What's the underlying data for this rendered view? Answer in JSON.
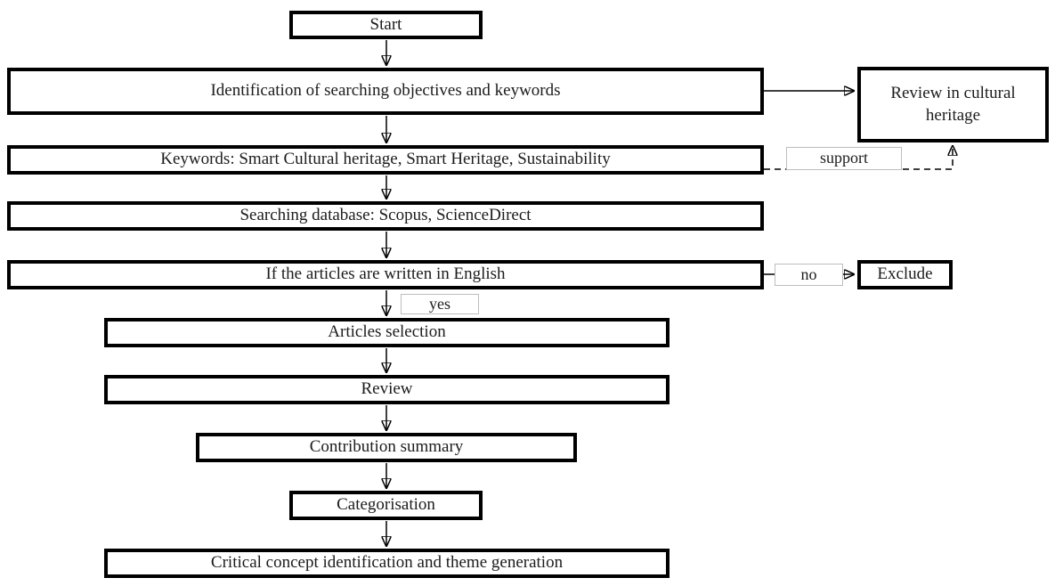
{
  "diagram": {
    "type": "flowchart",
    "colors": {
      "box_border": "#000000",
      "tag_border": "#bdbdbd",
      "background": "#ffffff",
      "text": "#1c1c1c",
      "arrow": "#000000"
    },
    "nodes": {
      "start": {
        "label": "Start"
      },
      "identification": {
        "label": "Identification of searching objectives and keywords"
      },
      "review_cultural": {
        "label": "Review in cultural heritage"
      },
      "keywords": {
        "label": "Keywords: Smart Cultural heritage, Smart Heritage, Sustainability"
      },
      "database": {
        "label": "Searching database: Scopus, ScienceDirect"
      },
      "english_check": {
        "label": "If the articles are written in English"
      },
      "exclude": {
        "label": "Exclude"
      },
      "articles_selection": {
        "label": "Articles selection"
      },
      "review": {
        "label": "Review"
      },
      "contribution_summary": {
        "label": "Contribution summary"
      },
      "categorisation": {
        "label": "Categorisation"
      },
      "critical_concept": {
        "label": "Critical concept identification and theme generation"
      }
    },
    "connector_labels": {
      "support": {
        "label": "support"
      },
      "no": {
        "label": "no"
      },
      "yes": {
        "label": "yes"
      }
    },
    "edges": [
      {
        "from": "start",
        "to": "identification",
        "style": "solid"
      },
      {
        "from": "identification",
        "to": "review_cultural",
        "style": "solid"
      },
      {
        "from": "identification",
        "to": "keywords",
        "style": "solid"
      },
      {
        "from": "keywords",
        "to": "review_cultural",
        "style": "dashed",
        "label": "support"
      },
      {
        "from": "keywords",
        "to": "database",
        "style": "solid"
      },
      {
        "from": "database",
        "to": "english_check",
        "style": "solid"
      },
      {
        "from": "english_check",
        "to": "exclude",
        "style": "solid",
        "label": "no"
      },
      {
        "from": "english_check",
        "to": "articles_selection",
        "style": "solid",
        "label": "yes"
      },
      {
        "from": "articles_selection",
        "to": "review",
        "style": "solid"
      },
      {
        "from": "review",
        "to": "contribution_summary",
        "style": "solid"
      },
      {
        "from": "contribution_summary",
        "to": "categorisation",
        "style": "solid"
      },
      {
        "from": "categorisation",
        "to": "critical_concept",
        "style": "solid"
      }
    ]
  }
}
